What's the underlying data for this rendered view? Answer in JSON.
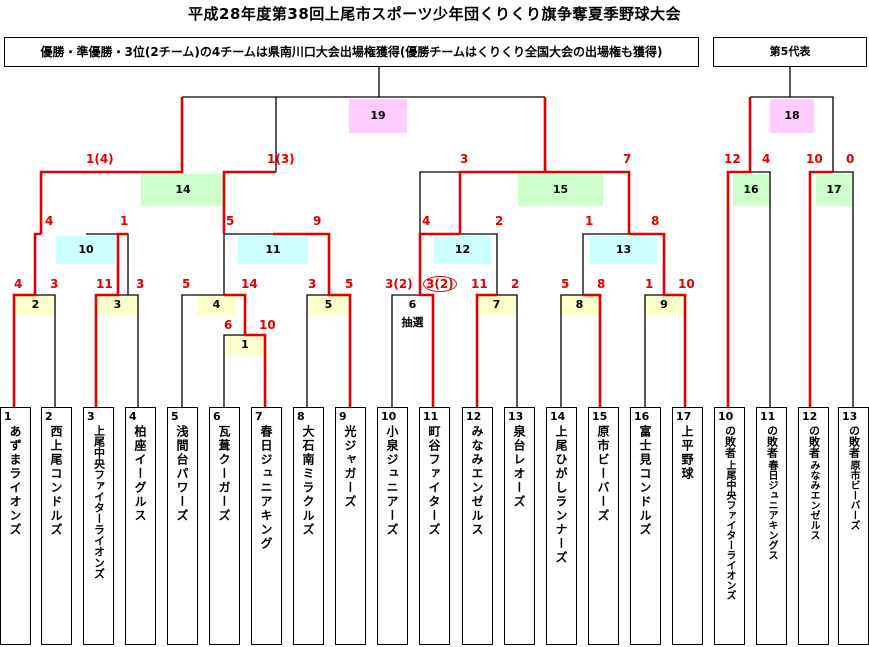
{
  "title": "平成28年度第38回上尾市スポーツ少年団くりくり旗争奪夏季野球大会",
  "notice_main": "優勝・準優勝・3位(2チーム)の4チームは県南川口大会出場権獲得(優勝チームはくりくり全国大会の出場権も獲得)",
  "notice_side": "第5代表",
  "lottery_label": "抽選",
  "colors": {
    "win_line": "#e00000",
    "line": "#000000",
    "r1": "#ffffcc",
    "qf": "#ccffff",
    "sf": "#ccffcc",
    "final": "#ffccff"
  },
  "teams": [
    {
      "num": "1",
      "name": "あずまライオンズ"
    },
    {
      "num": "2",
      "name": "西上尾コンドルズ"
    },
    {
      "num": "3",
      "name": "上尾中央ファイターライオンズ"
    },
    {
      "num": "4",
      "name": "柏座イーグルス"
    },
    {
      "num": "5",
      "name": "浅間台パワーズ"
    },
    {
      "num": "6",
      "name": "瓦葺クーガーズ"
    },
    {
      "num": "7",
      "name": "春日ジュニアキング"
    },
    {
      "num": "8",
      "name": "大石南ミラクルズ"
    },
    {
      "num": "9",
      "name": "光ジャガーズ"
    },
    {
      "num": "10",
      "name": "小泉ジュニアーズ"
    },
    {
      "num": "11",
      "name": "町谷ファイターズ"
    },
    {
      "num": "12",
      "name": "みなみエンゼルス"
    },
    {
      "num": "13",
      "name": "泉台レオーズ"
    },
    {
      "num": "14",
      "name": "上尾ひがしランナーズ"
    },
    {
      "num": "15",
      "name": "原市ビーバーズ"
    },
    {
      "num": "16",
      "name": "富士見コンドルズ"
    },
    {
      "num": "17",
      "name": "上平野球"
    }
  ],
  "losers": [
    {
      "num": "10",
      "label": "の敗者",
      "name": "上尾中央ファイターライオンズ"
    },
    {
      "num": "11",
      "label": "の敗者",
      "name": "春日ジュニアキングス"
    },
    {
      "num": "12",
      "label": "の敗者",
      "name": "みなみエンゼルス"
    },
    {
      "num": "13",
      "label": "の敗者",
      "name": "原市ビーバーズ"
    }
  ],
  "matches": [
    "1",
    "2",
    "3",
    "4",
    "5",
    "6",
    "7",
    "8",
    "9",
    "10",
    "11",
    "12",
    "13",
    "14",
    "15",
    "16",
    "17",
    "18",
    "19"
  ],
  "scores": {
    "m2": [
      "4",
      "3"
    ],
    "m3": [
      "11",
      "3"
    ],
    "m1": [
      "6",
      "10"
    ],
    "m4": [
      "5",
      "14"
    ],
    "m5": [
      "3",
      "5"
    ],
    "m6": [
      "3(2)",
      "3(2)"
    ],
    "m7": [
      "11",
      "2"
    ],
    "m8": [
      "5",
      "8"
    ],
    "m9": [
      "1",
      "10"
    ],
    "m10": [
      "4",
      "1"
    ],
    "m11": [
      "5",
      "9"
    ],
    "m12": [
      "4",
      "2"
    ],
    "m13": [
      "1",
      "8"
    ],
    "m14": [
      "1(4)",
      "1(3)"
    ],
    "m15": [
      "3",
      "7"
    ],
    "m16": [
      "12",
      "4"
    ],
    "m17": [
      "10",
      "0"
    ]
  }
}
